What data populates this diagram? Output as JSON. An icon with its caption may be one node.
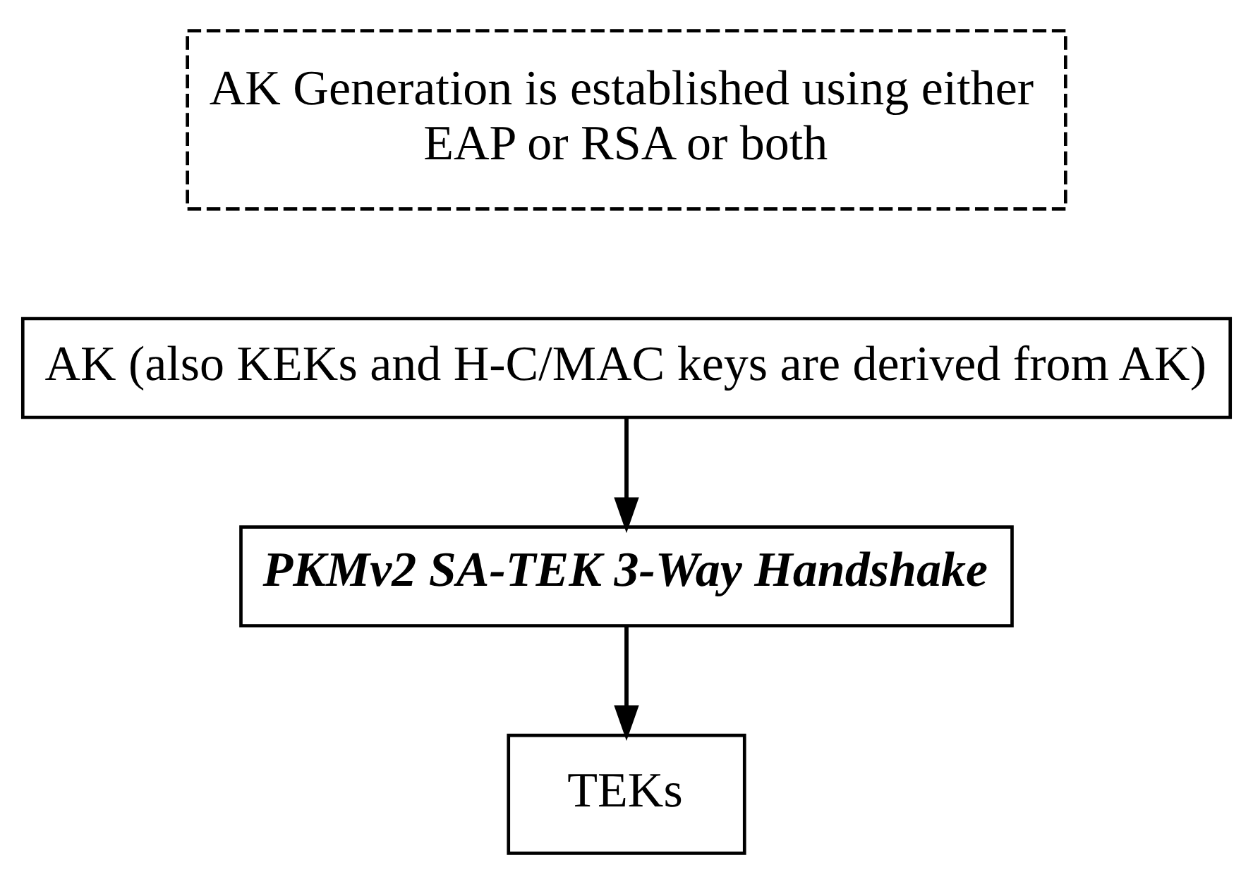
{
  "diagram": {
    "nodes": [
      {
        "text": [
          "AK Generation is established using either EAP or RSA or both"
        ]
      },
      {
        "text": [
          "AK (also KEKs and H-C/MAC keys are derived from AK)"
        ]
      },
      {
        "text": [
          "PKMv2 SA-TEK 3-Way Handshake"
        ]
      },
      {
        "text": [
          "TEKs"
        ]
      }
    ],
    "edges": [
      {
        "from": 1,
        "to": 2,
        "arrow": "to"
      },
      {
        "from": 2,
        "to": 3,
        "arrow": "to"
      }
    ]
  }
}
